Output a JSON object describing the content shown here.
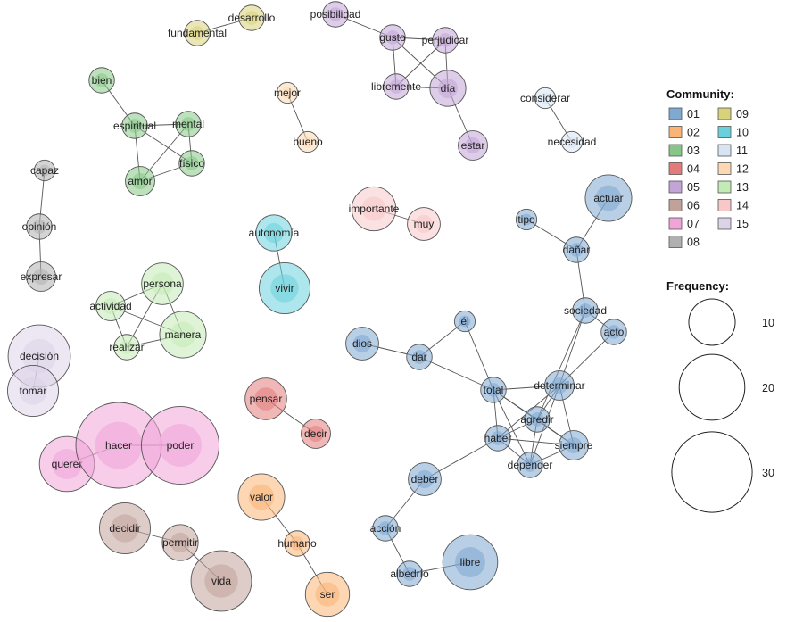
{
  "legend": {
    "community_title": "Community:",
    "frequency_title": "Frequency:",
    "communities": [
      {
        "id": "01",
        "color": "#7fa8d2"
      },
      {
        "id": "02",
        "color": "#fbb476"
      },
      {
        "id": "03",
        "color": "#86c686"
      },
      {
        "id": "04",
        "color": "#e37b7b"
      },
      {
        "id": "05",
        "color": "#c3a4d6"
      },
      {
        "id": "06",
        "color": "#c1a29a"
      },
      {
        "id": "07",
        "color": "#f0a4d8"
      },
      {
        "id": "08",
        "color": "#b0b0b0"
      },
      {
        "id": "09",
        "color": "#d9d27a"
      },
      {
        "id": "10",
        "color": "#6ad1dc"
      },
      {
        "id": "11",
        "color": "#d7e4f3"
      },
      {
        "id": "12",
        "color": "#fcd9b3"
      },
      {
        "id": "13",
        "color": "#c4ebb6"
      },
      {
        "id": "14",
        "color": "#f8c8c8"
      },
      {
        "id": "15",
        "color": "#ddd3e8"
      }
    ],
    "frequency_scale": [
      10,
      20,
      30
    ]
  },
  "nodes": [
    {
      "id": "desarrollo",
      "community": "09",
      "frequency": 3
    },
    {
      "id": "fundamental",
      "community": "09",
      "frequency": 3
    },
    {
      "id": "posibilidad",
      "community": "05",
      "frequency": 3
    },
    {
      "id": "gusto",
      "community": "05",
      "frequency": 3
    },
    {
      "id": "perjudicar",
      "community": "05",
      "frequency": 3
    },
    {
      "id": "libremente",
      "community": "05",
      "frequency": 3
    },
    {
      "id": "día",
      "community": "05",
      "frequency": 6
    },
    {
      "id": "estar",
      "community": "05",
      "frequency": 4
    },
    {
      "id": "bien",
      "community": "03",
      "frequency": 3
    },
    {
      "id": "espiritual",
      "community": "03",
      "frequency": 3
    },
    {
      "id": "mental",
      "community": "03",
      "frequency": 3
    },
    {
      "id": "físico",
      "community": "03",
      "frequency": 3
    },
    {
      "id": "amor",
      "community": "03",
      "frequency": 4
    },
    {
      "id": "mejor",
      "community": "12",
      "frequency": 2
    },
    {
      "id": "bueno",
      "community": "12",
      "frequency": 2
    },
    {
      "id": "considerar",
      "community": "11",
      "frequency": 2
    },
    {
      "id": "necesidad",
      "community": "11",
      "frequency": 2
    },
    {
      "id": "capaz",
      "community": "08",
      "frequency": 2
    },
    {
      "id": "opinión",
      "community": "08",
      "frequency": 3
    },
    {
      "id": "expresar",
      "community": "08",
      "frequency": 4
    },
    {
      "id": "importante",
      "community": "14",
      "frequency": 9
    },
    {
      "id": "muy",
      "community": "14",
      "frequency": 5
    },
    {
      "id": "autonomía",
      "community": "10",
      "frequency": 6
    },
    {
      "id": "vivir",
      "community": "10",
      "frequency": 12
    },
    {
      "id": "persona",
      "community": "13",
      "frequency": 8
    },
    {
      "id": "actividad",
      "community": "13",
      "frequency": 4
    },
    {
      "id": "realizar",
      "community": "13",
      "frequency": 3
    },
    {
      "id": "manera",
      "community": "13",
      "frequency": 10
    },
    {
      "id": "decisión",
      "community": "15",
      "frequency": 18
    },
    {
      "id": "tomar",
      "community": "15",
      "frequency": 12
    },
    {
      "id": "querer",
      "community": "07",
      "frequency": 14
    },
    {
      "id": "hacer",
      "community": "07",
      "frequency": 34
    },
    {
      "id": "poder",
      "community": "07",
      "frequency": 28
    },
    {
      "id": "pensar",
      "community": "04",
      "frequency": 8
    },
    {
      "id": "decir",
      "community": "04",
      "frequency": 4
    },
    {
      "id": "decidir",
      "community": "06",
      "frequency": 12
    },
    {
      "id": "permitir",
      "community": "06",
      "frequency": 6
    },
    {
      "id": "vida",
      "community": "06",
      "frequency": 17
    },
    {
      "id": "valor",
      "community": "02",
      "frequency": 10
    },
    {
      "id": "humano",
      "community": "02",
      "frequency": 3
    },
    {
      "id": "ser",
      "community": "02",
      "frequency": 9
    },
    {
      "id": "actuar",
      "community": "01",
      "frequency": 10
    },
    {
      "id": "tipo",
      "community": "01",
      "frequency": 2
    },
    {
      "id": "dañar",
      "community": "01",
      "frequency": 3
    },
    {
      "id": "sociedad",
      "community": "01",
      "frequency": 3
    },
    {
      "id": "acto",
      "community": "01",
      "frequency": 3
    },
    {
      "id": "él",
      "community": "01",
      "frequency": 2
    },
    {
      "id": "dios",
      "community": "01",
      "frequency": 5
    },
    {
      "id": "dar",
      "community": "01",
      "frequency": 3
    },
    {
      "id": "total",
      "community": "01",
      "frequency": 3
    },
    {
      "id": "determinar",
      "community": "01",
      "frequency": 4
    },
    {
      "id": "agredir",
      "community": "01",
      "frequency": 3
    },
    {
      "id": "haber",
      "community": "01",
      "frequency": 3
    },
    {
      "id": "siempre",
      "community": "01",
      "frequency": 4
    },
    {
      "id": "depender",
      "community": "01",
      "frequency": 3
    },
    {
      "id": "deber",
      "community": "01",
      "frequency": 5
    },
    {
      "id": "acción",
      "community": "01",
      "frequency": 3
    },
    {
      "id": "albedrío",
      "community": "01",
      "frequency": 3
    },
    {
      "id": "libre",
      "community": "01",
      "frequency": 14
    }
  ],
  "edges": [
    [
      "desarrollo",
      "fundamental"
    ],
    [
      "posibilidad",
      "gusto"
    ],
    [
      "gusto",
      "perjudicar"
    ],
    [
      "gusto",
      "libremente"
    ],
    [
      "gusto",
      "día"
    ],
    [
      "perjudicar",
      "libremente"
    ],
    [
      "perjudicar",
      "día"
    ],
    [
      "libremente",
      "día"
    ],
    [
      "día",
      "estar"
    ],
    [
      "bien",
      "espiritual"
    ],
    [
      "espiritual",
      "mental"
    ],
    [
      "espiritual",
      "físico"
    ],
    [
      "espiritual",
      "amor"
    ],
    [
      "mental",
      "amor"
    ],
    [
      "mental",
      "físico"
    ],
    [
      "amor",
      "físico"
    ],
    [
      "mejor",
      "bueno"
    ],
    [
      "considerar",
      "necesidad"
    ],
    [
      "capaz",
      "opinión"
    ],
    [
      "opinión",
      "expresar"
    ],
    [
      "importante",
      "muy"
    ],
    [
      "autonomía",
      "vivir"
    ],
    [
      "persona",
      "actividad"
    ],
    [
      "persona",
      "realizar"
    ],
    [
      "persona",
      "manera"
    ],
    [
      "actividad",
      "realizar"
    ],
    [
      "actividad",
      "manera"
    ],
    [
      "realizar",
      "manera"
    ],
    [
      "decisión",
      "tomar"
    ],
    [
      "querer",
      "hacer"
    ],
    [
      "hacer",
      "poder"
    ],
    [
      "pensar",
      "decir"
    ],
    [
      "decidir",
      "permitir"
    ],
    [
      "permitir",
      "vida"
    ],
    [
      "valor",
      "humano"
    ],
    [
      "humano",
      "ser"
    ],
    [
      "tipo",
      "dañar"
    ],
    [
      "actuar",
      "dañar"
    ],
    [
      "dañar",
      "sociedad"
    ],
    [
      "sociedad",
      "acto"
    ],
    [
      "sociedad",
      "determinar"
    ],
    [
      "sociedad",
      "agredir"
    ],
    [
      "acto",
      "determinar"
    ],
    [
      "dios",
      "dar"
    ],
    [
      "él",
      "dar"
    ],
    [
      "él",
      "total"
    ],
    [
      "dar",
      "total"
    ],
    [
      "total",
      "determinar"
    ],
    [
      "total",
      "agredir"
    ],
    [
      "total",
      "haber"
    ],
    [
      "total",
      "siempre"
    ],
    [
      "total",
      "depender"
    ],
    [
      "determinar",
      "agredir"
    ],
    [
      "determinar",
      "haber"
    ],
    [
      "determinar",
      "siempre"
    ],
    [
      "determinar",
      "depender"
    ],
    [
      "agredir",
      "haber"
    ],
    [
      "agredir",
      "siempre"
    ],
    [
      "agredir",
      "depender"
    ],
    [
      "haber",
      "siempre"
    ],
    [
      "haber",
      "depender"
    ],
    [
      "siempre",
      "depender"
    ],
    [
      "haber",
      "deber"
    ],
    [
      "deber",
      "acción"
    ],
    [
      "acción",
      "albedrío"
    ],
    [
      "albedrío",
      "libre"
    ]
  ]
}
